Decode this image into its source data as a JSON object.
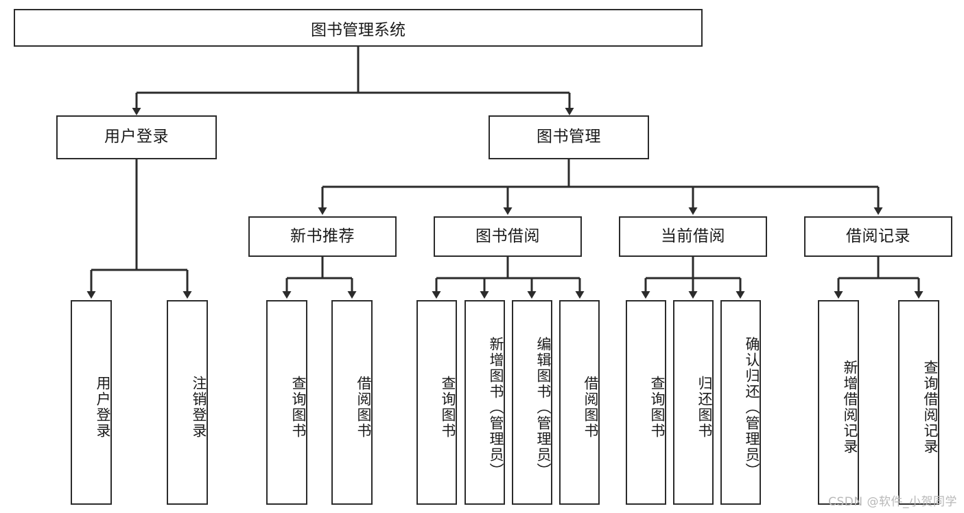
{
  "diagram": {
    "title": "图书管理系统",
    "type": "tree-hierarchy-diagram",
    "colors": {
      "box_border": "#2b2b2b",
      "box_fill": "#ffffff",
      "connector": "#2b2b2b",
      "text": "#1a1a1a",
      "watermark": "#b8b8b8"
    },
    "root": {
      "label": "图书管理系统"
    },
    "level2": [
      {
        "label": "用户登录"
      },
      {
        "label": "图书管理"
      }
    ],
    "level3": [
      {
        "label": "新书推荐"
      },
      {
        "label": "图书借阅"
      },
      {
        "label": "当前借阅"
      },
      {
        "label": "借阅记录"
      }
    ],
    "leaves": {
      "user_login": [
        {
          "label": "用户登录"
        },
        {
          "label": "注销登录"
        }
      ],
      "new_book_recommend": [
        {
          "label": "查询图书"
        },
        {
          "label": "借阅图书"
        }
      ],
      "book_borrow": [
        {
          "label": "查询图书"
        },
        {
          "label": "新增图书（管理员）"
        },
        {
          "label": "编辑图书（管理员）"
        },
        {
          "label": "借阅图书"
        }
      ],
      "current_borrow": [
        {
          "label": "查询图书"
        },
        {
          "label": "归还图书"
        },
        {
          "label": "确认归还（管理员）"
        }
      ],
      "borrow_record": [
        {
          "label": "新增借阅记录"
        },
        {
          "label": "查询借阅记录"
        }
      ]
    }
  },
  "watermark": {
    "text": "CSDN @软件_小贺同学"
  }
}
